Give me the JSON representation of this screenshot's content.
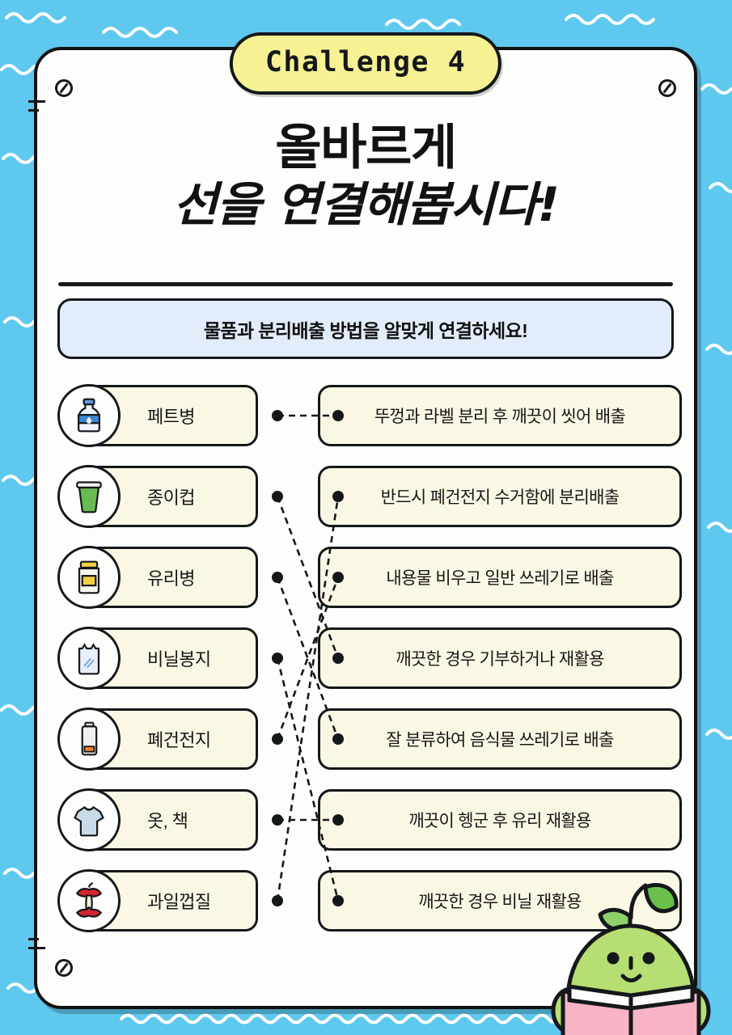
{
  "theme": {
    "background": "#5ec8ef",
    "card_background": "#fdfdfb",
    "ink": "#15181a",
    "pill_yellow": "#f6f293",
    "item_cream": "#faf8e4",
    "instruction_blue": "#e3ecfa",
    "mascot_green": "#b3dd6e",
    "mascot_book_pink": "#f7b4c4"
  },
  "header": {
    "challenge_label": "Challenge 4",
    "title_line1": "올바르게",
    "title_line2": "선을 연결해봅시다!"
  },
  "instruction": {
    "text": "물품과 분리배출 방법을 알맞게 연결하세요!"
  },
  "left_items": [
    {
      "label": "페트병",
      "icon": "plastic-bottle-icon"
    },
    {
      "label": "종이컵",
      "icon": "paper-cup-icon"
    },
    {
      "label": "유리병",
      "icon": "glass-jar-icon"
    },
    {
      "label": "비닐봉지",
      "icon": "plastic-bag-icon"
    },
    {
      "label": "폐건전지",
      "icon": "battery-icon"
    },
    {
      "label": "옷, 책",
      "icon": "tshirt-icon"
    },
    {
      "label": "과일껍질",
      "icon": "apple-core-icon"
    }
  ],
  "right_items": [
    {
      "label": "뚜껑과 라벨 분리 후 깨끗이 씻어 배출"
    },
    {
      "label": "반드시 폐건전지 수거함에 분리배출"
    },
    {
      "label": "내용물 비우고 일반 쓰레기로 배출"
    },
    {
      "label": "깨끗한 경우 기부하거나 재활용"
    },
    {
      "label": "잘 분류하여 음식물 쓰레기로 배출"
    },
    {
      "label": "깨끗이 헹군 후 유리 재활용"
    },
    {
      "label": "깨끗한 경우 비닐 재활용"
    }
  ],
  "connections": [
    {
      "from": 0,
      "to": 0
    },
    {
      "from": 1,
      "to": 3
    },
    {
      "from": 2,
      "to": 4
    },
    {
      "from": 3,
      "to": 6
    },
    {
      "from": 4,
      "to": 2
    },
    {
      "from": 5,
      "to": 5
    },
    {
      "from": 6,
      "to": 1
    }
  ],
  "decorations": {
    "screws": [
      "top-left",
      "top-right",
      "bottom-left"
    ],
    "mascot": "apple-character-reading-book"
  }
}
